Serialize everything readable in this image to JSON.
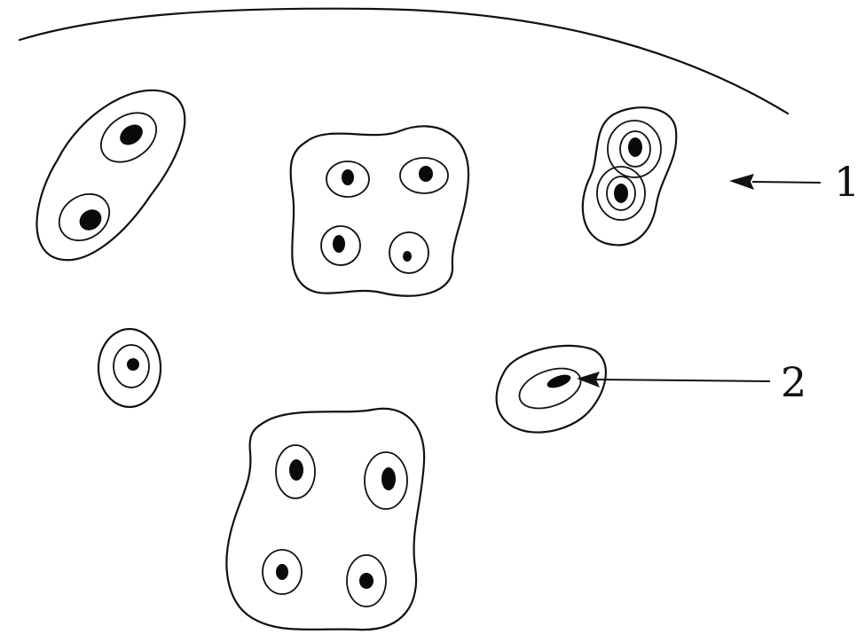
{
  "figure": {
    "labels": [
      {
        "id": "1",
        "text": "1"
      },
      {
        "id": "2",
        "text": "2"
      }
    ],
    "colors": {
      "ink": "#111111",
      "background": "#ffffff"
    }
  }
}
